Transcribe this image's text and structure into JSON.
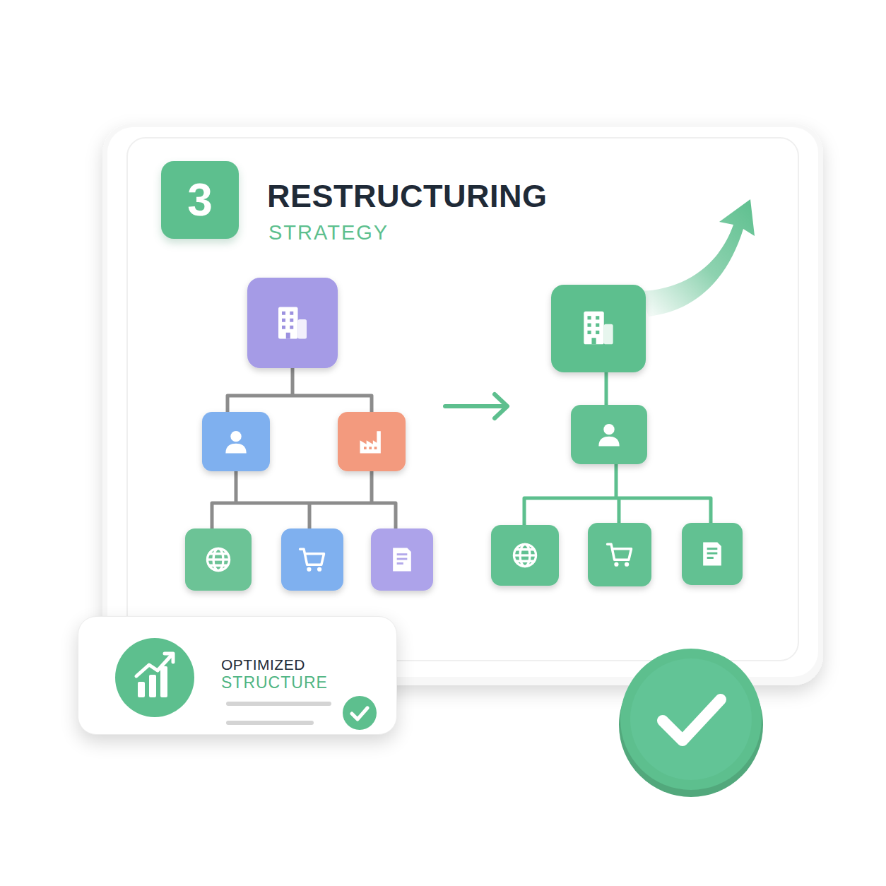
{
  "diagram": {
    "nodes": [
      {
        "text": [
          "3"
        ]
      },
      {
        "text": [
          "OPTIMIZED",
          "STRUCTURE"
        ]
      }
    ],
    "labels": [
      "RESTRUCTURING",
      "STRATEGY"
    ]
  }
}
